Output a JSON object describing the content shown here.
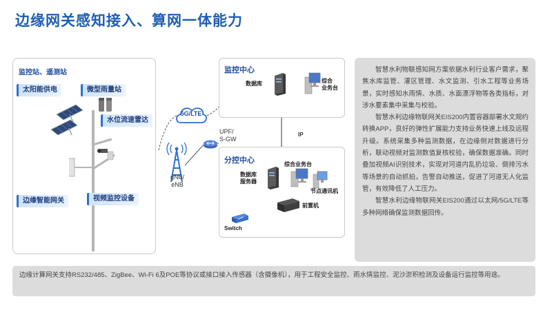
{
  "page_title": "边缘网关感知接入、算网一体能力",
  "station": {
    "title": "监控站、遥测站",
    "labels": {
      "solar": "太阳能供电",
      "rain": "微型雨量站",
      "radar": "水位流速雷达",
      "gateway": "边缘智能网关",
      "video": "视频监控设备"
    }
  },
  "network": {
    "cloud_label": "5G/LTE",
    "tower_label": "gNB/\neNB",
    "upf_label": "UPF/\nS-GW",
    "ip_label": "IP",
    "switch_label": "Switch"
  },
  "monitor_center": {
    "title": "监控中心",
    "database": "数据库",
    "business": "综合\n业务台"
  },
  "sub_center": {
    "title": "分控中心",
    "business": "综合业务台",
    "db_server": "数据库\n服务器",
    "node_comm": "节点通讯机",
    "front_end": "前置机"
  },
  "description": [
    "智慧水利物联感知网方案依据水利行业客户需求，聚焦水库监管、灌区管理、水文监测、引水工程等业务场景，实时感知水雨情、水质、水面漂浮物等各类指标，对涉水要素集中采集与校验。",
    "智慧水利边缘物联网关EIS200内置容器部署水文规约转换APP，良好的弹性扩展能力支持业务快速上线及远程升级。系统采集多种监测数据，在边缘侧对数据进行分析，联动视频对监测数值复核校验，确保数据准确。同时叠加视频AI识别技术，实现对河道内乱扔垃圾、倒排污水等场景的自动抓拍，告警自动推送，促进了河道无人化监管，有效降低了人工压力。",
    "智慧水利边缘物联网关EIS200通过以太网/5G/LTE等多种网络确保监测数据回传。"
  ],
  "bottom_note": "边缘计算网关支持RS232/485、ZigBee、Wi-Fi 6及POE等协议或接口接入传感器（含摄像机），用于工程安全监控、雨水情监控、泥沙淤积检测及设备运行监控等用途。",
  "colors": {
    "title_blue": "#1f5fb3",
    "panel_gray": "#dcdcdc",
    "accent_blue": "#2a6fd0"
  }
}
